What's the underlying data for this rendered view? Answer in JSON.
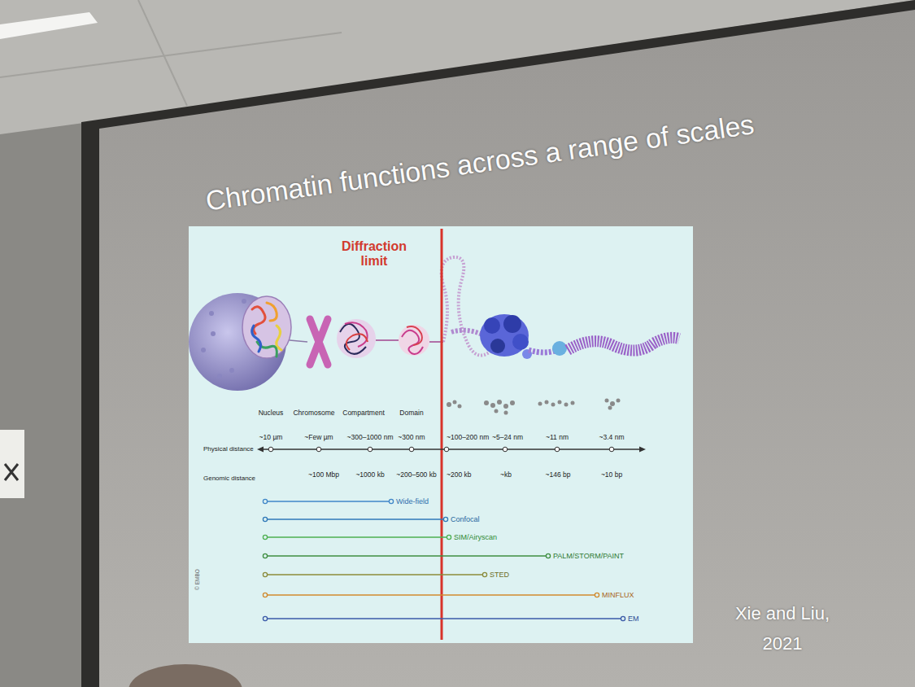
{
  "diagram": {
    "title": "Chromatin functions across a range of scales",
    "labels": [
      "Diffraction limit",
      "Nucleus",
      "Chromosome",
      "Compartment",
      "Domain",
      "Physical distance",
      "~10 µm",
      "~Few µm",
      "~300–1000 nm",
      "~300 nm",
      "~100–200 nm",
      "~5–24 nm",
      "~11 nm",
      "~3.4 nm",
      "Genomic distance",
      "~100 Mbp",
      "~1000 kb",
      "~200–500 kb",
      "~200 kb",
      "~kb",
      "~146 bp",
      "~10 bp",
      "Wide-field",
      "Confocal",
      "SIM/Airyscan",
      "PALM/STORM/PAINT",
      "STED",
      "MINFLUX",
      "EM",
      "© EMBO",
      "Xie and Liu, 2021"
    ]
  }
}
